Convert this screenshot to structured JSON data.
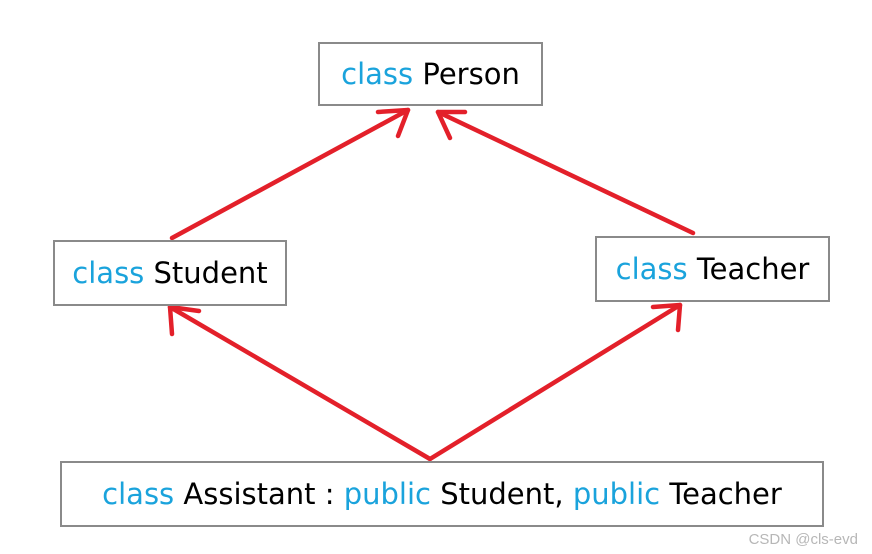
{
  "diagram": {
    "nodes": {
      "person": {
        "keyword": "class",
        "name": "Person"
      },
      "student": {
        "keyword": "class",
        "name": "Student"
      },
      "teacher": {
        "keyword": "class",
        "name": "Teacher"
      },
      "assistant": {
        "keyword": "class",
        "name": "Assistant",
        "sep": ":",
        "access1": "public",
        "base1": "Student,",
        "access2": "public",
        "base2": "Teacher"
      }
    },
    "edges": [
      {
        "from": "student",
        "to": "person"
      },
      {
        "from": "teacher",
        "to": "person"
      },
      {
        "from": "assistant",
        "to": "student"
      },
      {
        "from": "assistant",
        "to": "teacher"
      }
    ],
    "colors": {
      "keyword": "#1aa3dc",
      "arrow": "#e3202a",
      "border": "#8a8a8a"
    }
  },
  "watermark": "CSDN @cls-evd"
}
